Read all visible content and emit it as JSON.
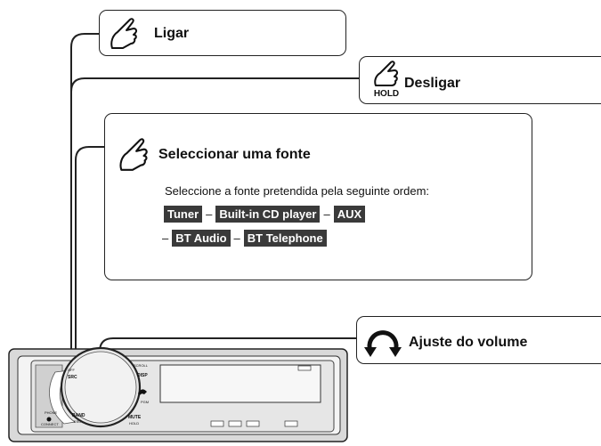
{
  "callouts": {
    "ligar": {
      "label": "Ligar",
      "icon": "finger-press-icon"
    },
    "desligar": {
      "label": "Desligar",
      "icon": "finger-hold-icon",
      "hold_text": "HOLD"
    },
    "source": {
      "label": "Seleccionar uma fonte",
      "icon": "finger-press-icon",
      "instruction": "Seleccione a fonte pretendida pela seguinte ordem:",
      "sources": [
        "Tuner",
        "Built-in CD player",
        "AUX",
        "BT Audio",
        "BT Telephone"
      ],
      "separator": "–"
    },
    "volume": {
      "label": "Ajuste do volume",
      "icon": "rotate-knob-icon"
    }
  },
  "device": {
    "labels": {
      "src": "SRC",
      "off": "OFF",
      "scroll": "SCROLL",
      "disp": "DISP",
      "band": "BAND",
      "esc": "ESC",
      "mute": "MUTE",
      "hold": "HOLD",
      "phone": "PHONE",
      "connect": "CONNECT",
      "pgm": "PGM"
    },
    "accent": "#333333"
  }
}
